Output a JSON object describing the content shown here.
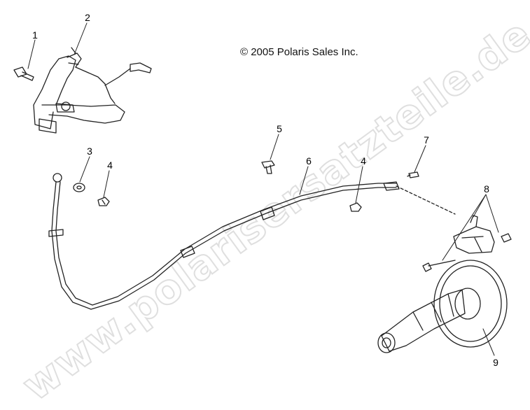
{
  "copyright": "© 2005 Polaris Sales Inc.",
  "watermark": "www.polarisersatzteile.de",
  "callouts": [
    {
      "id": "1",
      "label": "1"
    },
    {
      "id": "2",
      "label": "2"
    },
    {
      "id": "3",
      "label": "3"
    },
    {
      "id": "4a",
      "label": "4"
    },
    {
      "id": "5",
      "label": "5"
    },
    {
      "id": "6",
      "label": "6"
    },
    {
      "id": "4b",
      "label": "4"
    },
    {
      "id": "7",
      "label": "7"
    },
    {
      "id": "8",
      "label": "8"
    },
    {
      "id": "9",
      "label": "9"
    }
  ]
}
